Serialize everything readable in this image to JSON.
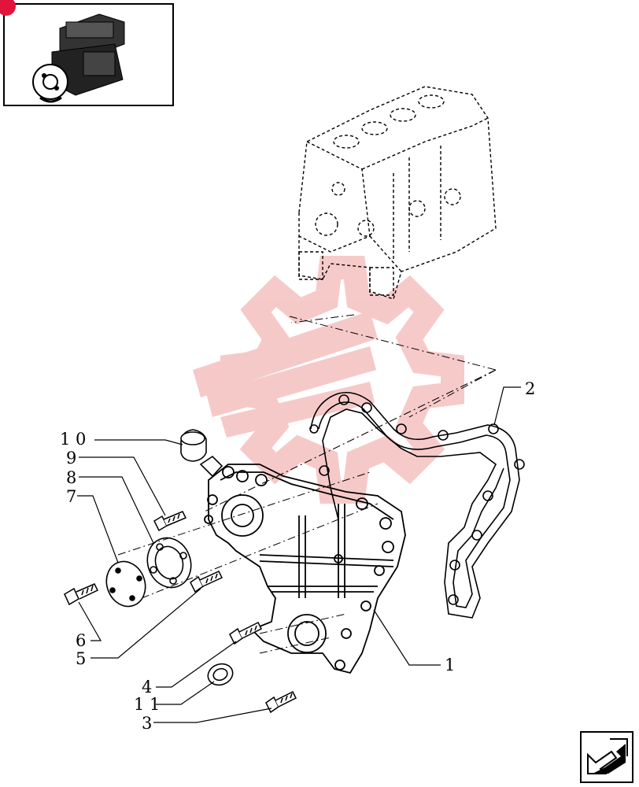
{
  "diagram": {
    "callouts": [
      {
        "id": "c10",
        "text": "1 0"
      },
      {
        "id": "c9",
        "text": "9"
      },
      {
        "id": "c8",
        "text": "8"
      },
      {
        "id": "c7",
        "text": "7"
      },
      {
        "id": "c6",
        "text": "6"
      },
      {
        "id": "c5",
        "text": "5"
      },
      {
        "id": "c4",
        "text": "4"
      },
      {
        "id": "c11",
        "text": "1 1"
      },
      {
        "id": "c3",
        "text": "3"
      },
      {
        "id": "c2",
        "text": "2"
      },
      {
        "id": "c1",
        "text": "1"
      }
    ]
  },
  "icons": {
    "thumbnail": "engine-thumbnail-icon",
    "navigation": "next-page-arrow-icon",
    "watermark": "gear-watermark-icon"
  },
  "colors": {
    "line": "#000000",
    "watermark": "#f4b8b8",
    "badge": "#e0143c"
  }
}
